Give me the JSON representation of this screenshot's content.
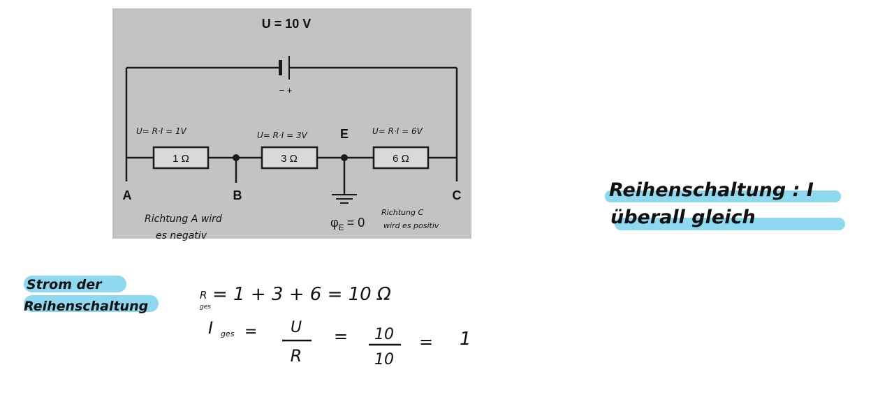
{
  "circuit": {
    "title": "U = 10 V",
    "battery_polarity": "− +",
    "resistors": [
      {
        "label": "1 Ω"
      },
      {
        "label": "3 Ω"
      },
      {
        "label": "6 Ω"
      }
    ],
    "nodes": {
      "a": "A",
      "b": "B",
      "c": "C",
      "e": "E"
    },
    "potential_label": "φ",
    "potential_sub": "E",
    "potential_value": "= 0",
    "colors": {
      "background": "#c3c3c3",
      "wire": "#1a1a1a",
      "resistor_fill": "#d9d9d9"
    }
  },
  "annotations": {
    "voltage_1": "U= R·I = 1V",
    "voltage_2": "U= R·I = 3V",
    "voltage_3": "U= R·I = 6V",
    "left_note_line1": "Richtung  A  wird",
    "left_note_line2": "es  negativ",
    "right_note_line1": "Richtung  C",
    "right_note_line2": "wird es positiv"
  },
  "notes": {
    "reihen_line1": "Reihenschaltung : I",
    "reihen_line2": "überall gleich",
    "strom_line1": "Strom der",
    "strom_line2": "Reihenschaltung",
    "highlight_color": "#8fd9f0"
  },
  "math": {
    "r_symbol": "R",
    "r_sub": "ges",
    "r_equation": "=  1 +  3 +  6   =  10 Ω",
    "i_symbol": "I",
    "i_sub": "ges",
    "i_eq": "=",
    "i_num1": "U",
    "i_den1": "R",
    "i_eq2": "=",
    "i_num2": "10",
    "i_den2": "10",
    "i_eq3": "=",
    "i_result": "1"
  }
}
